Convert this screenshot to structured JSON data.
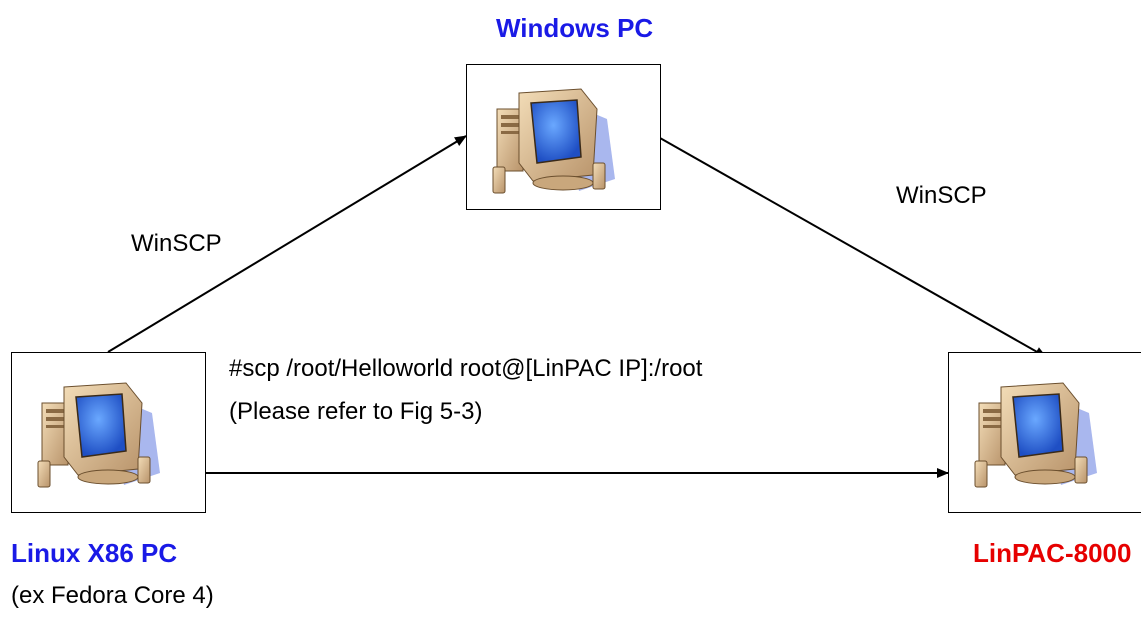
{
  "nodes": {
    "windows": {
      "title": "Windows PC",
      "title_color": "#1a1ae6"
    },
    "linux": {
      "title": "Linux X86 PC",
      "subtitle": "(ex Fedora Core 4)",
      "title_color": "#1a1ae6"
    },
    "linpac": {
      "title": "LinPAC-8000",
      "title_color": "#e60000"
    }
  },
  "edges": {
    "linux_to_windows": {
      "label": "WinSCP"
    },
    "windows_to_linpac": {
      "label": "WinSCP"
    },
    "linux_to_linpac": {
      "label": "#scp /root/Helloworld root@[LinPAC IP]:/root",
      "note": "(Please refer to Fig 5-3)"
    }
  },
  "icon": "desktop-computer-icon"
}
